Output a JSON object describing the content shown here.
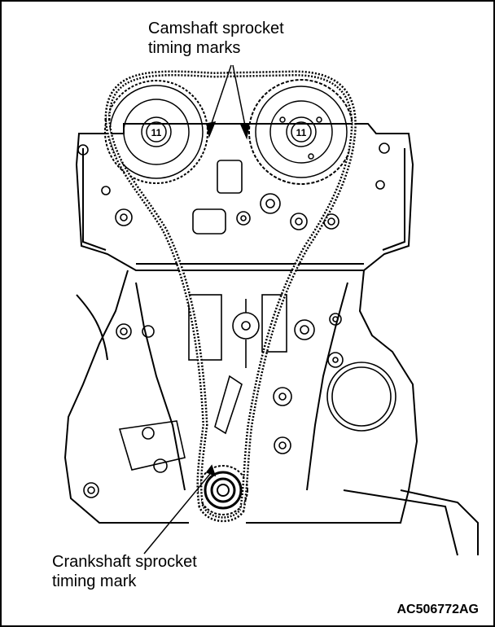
{
  "callouts": {
    "camshaft": {
      "line1": "Camshaft sprocket",
      "line2": "timing marks"
    },
    "crankshaft": {
      "line1": "Crankshaft sprocket",
      "line2": "timing mark"
    }
  },
  "figure_id": "AC506772AG",
  "sprocket_marks": {
    "left_cam": "11",
    "right_cam": "11"
  }
}
